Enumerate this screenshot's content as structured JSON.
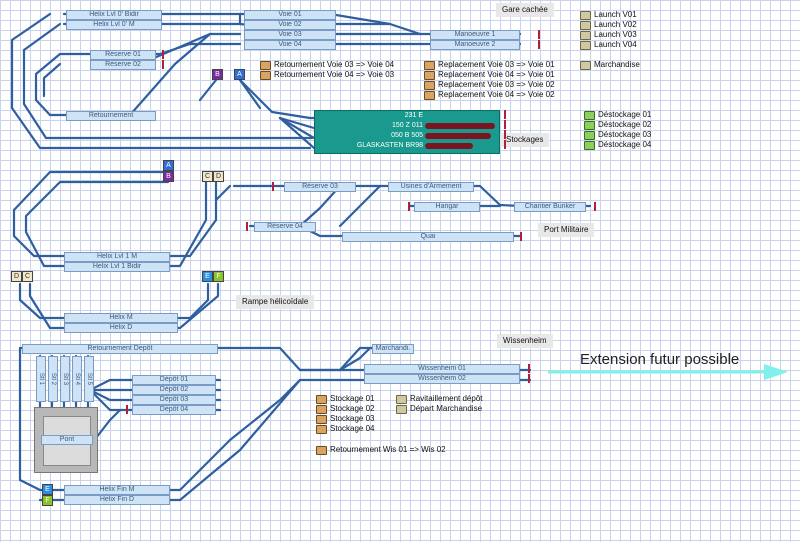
{
  "sections": {
    "gare_cachee": "Gare cachée",
    "stockages": "Stockages",
    "port_militaire": "Port Militaire",
    "rampe": "Rampe hélicoïdale",
    "wissenheim": "Wissenheim",
    "extension": "Extension futur possible"
  },
  "blocks": {
    "helix_lvl0_bidir": "Helix Lvl 0' Bidir",
    "helix_lvl0_m": "Helix Lvl 0' M",
    "voie01": "Voie 01",
    "voie02": "Voie 02",
    "voie03": "Voie 03",
    "voie04": "Voie 04",
    "manoeuvre1": "Manoeuvre 1",
    "manoeuvre2": "Manoeuvre 2",
    "reserve01": "Réserve 01",
    "reserve02": "Réserve 02",
    "retournement": "Retournement",
    "reserve03": "Réserve 03",
    "usines": "Usines d'Armement",
    "hangar": "Hangar",
    "chantier": "Chantier Bunker",
    "reserve04": "Réserve 04",
    "quai": "Quai",
    "helix_lvl1_m": "Helix Lvl 1 M",
    "helix_lvl1_bidir": "Helix Lvl 1 Bidir",
    "helix_m": "Helix M",
    "helix_d": "Helix D",
    "retournement_depot": "Retournement Depôt",
    "marchandi": "Marchandi.",
    "wissenheim01": "Wissenheim 01",
    "wissenheim02": "Wissenheim 02",
    "depot01": "Dépôt 01",
    "depot02": "Dépôt 02",
    "depot03": "Dépôt 03",
    "depot04": "Dépôt 04",
    "pont": "Pont",
    "helix_fin_m": "Helix Fin M",
    "helix_fin_d": "Helix Fin D",
    "stl1": "Stl 1",
    "stl2": "Stl 2",
    "stl3": "Stl 3",
    "stl4": "Stl 4",
    "stl5": "Stl 5"
  },
  "station_rows": [
    "231 E",
    "150 Z 011",
    "050 B 505",
    "GLASKASTEN BR98"
  ],
  "routes": {
    "launch_v01": "Launch V01",
    "launch_v02": "Launch V02",
    "launch_v03": "Launch V03",
    "launch_v04": "Launch V04",
    "marchandise": "Marchandise",
    "ret_03_04": "Retournement Voie 03 => Voie 04",
    "ret_04_03": "Retournement Voie 04 => Voie 03",
    "rep_03_01": "Replacement Voie 03 => Voie 01",
    "rep_04_01": "Replacement Voie 04 => Voie 01",
    "rep_03_02": "Replacement Voie 03 => Voie 02",
    "rep_04_02": "Replacement Voie 04 => Voie 02",
    "destock01": "Déstockage 01",
    "destock02": "Déstockage 02",
    "destock03": "Déstockage 03",
    "destock04": "Déstockage 04",
    "stockage01": "Stockage 01",
    "stockage02": "Stockage 02",
    "stockage03": "Stockage 03",
    "stockage04": "Stockage 04",
    "ravitaillement": "Ravitaillement dépôt",
    "depart_marchandise": "Départ Marchandise",
    "ret_wis": "Retournement Wis 01 => Wis 02"
  },
  "connectors": {
    "b1": "B",
    "a1": "A",
    "a2": "A",
    "b2": "B",
    "c1": "C",
    "d1": "D",
    "d2": "D",
    "c2": "C",
    "e1": "E",
    "f1": "F",
    "e2": "E",
    "f2": "F"
  },
  "colors": {
    "track": "#2f5f9e",
    "block_fill": "#cfe3f7",
    "station": "#1a9a8e",
    "signal": "#b0203a",
    "connector_a": "#2f6fd6",
    "connector_b": "#7a2aa0",
    "connector_e": "#2a8fe0",
    "connector_f": "#8ac22a",
    "connector_cd": "#f0e6c8",
    "arrow": "#7ff0ea"
  }
}
